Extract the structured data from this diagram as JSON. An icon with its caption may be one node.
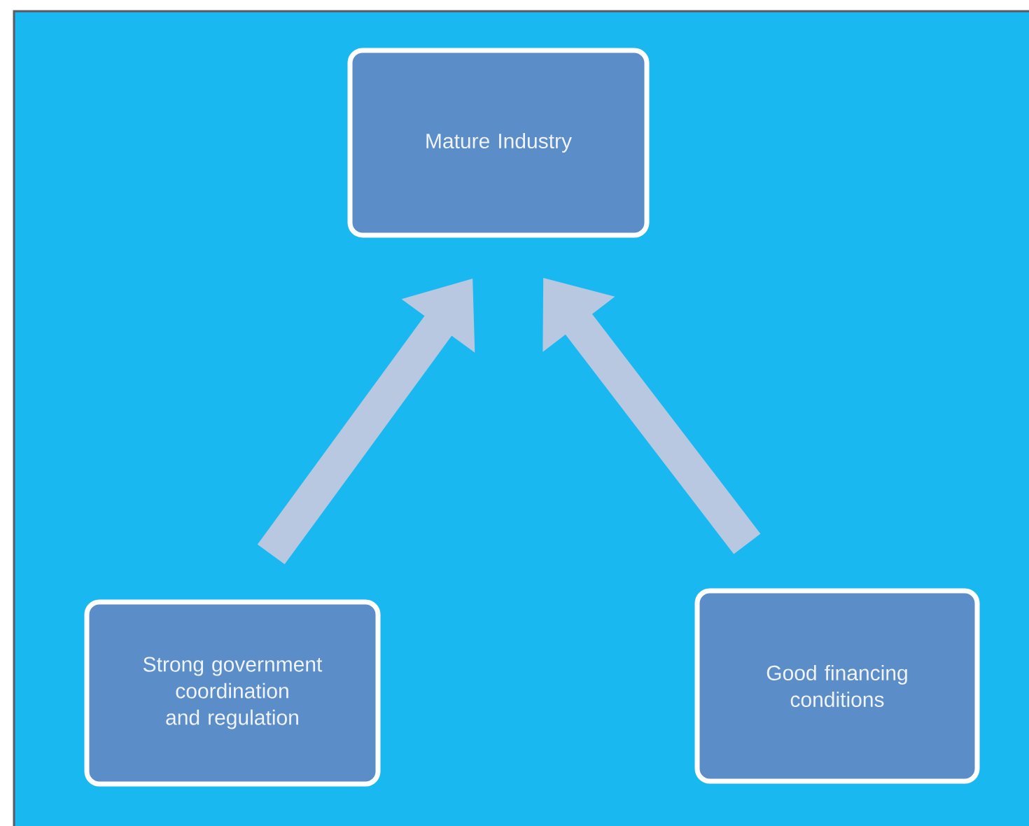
{
  "diagram": {
    "nodes": [
      {
        "text": [
          "Mature Industry"
        ]
      },
      {
        "text": [
          "Strong government coordination and regulation"
        ]
      },
      {
        "text": [
          "Good financing conditions"
        ]
      }
    ],
    "edges": [
      {
        "from": 1,
        "to": 0,
        "arrow": "to"
      },
      {
        "from": 2,
        "to": 0,
        "arrow": "to"
      }
    ]
  }
}
